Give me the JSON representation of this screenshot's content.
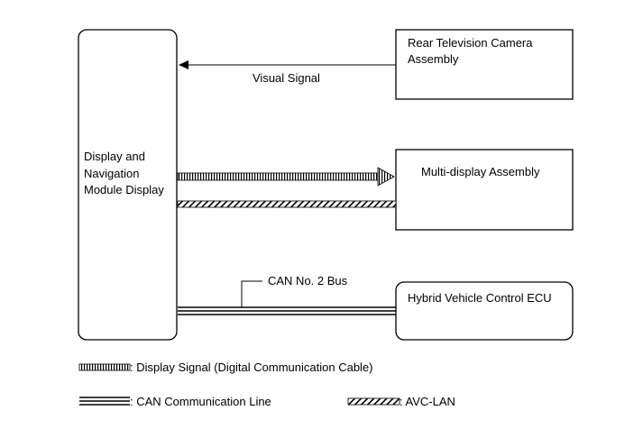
{
  "components": {
    "display_nav": [
      "Display and",
      "Navigation",
      "Module Display"
    ],
    "rear_camera": [
      "Rear Television Camera",
      "Assembly"
    ],
    "multi_display": [
      "Multi-display Assembly"
    ],
    "hybrid_ecu": [
      "Hybrid Vehicle Control ECU"
    ]
  },
  "connections": {
    "visual_signal": "Visual Signal",
    "can_bus": "CAN No. 2 Bus"
  },
  "legend": {
    "display_signal": ": Display Signal (Digital Communication Cable)",
    "can_line": ": CAN Communication Line",
    "avc_lan": ": AVC-LAN"
  }
}
